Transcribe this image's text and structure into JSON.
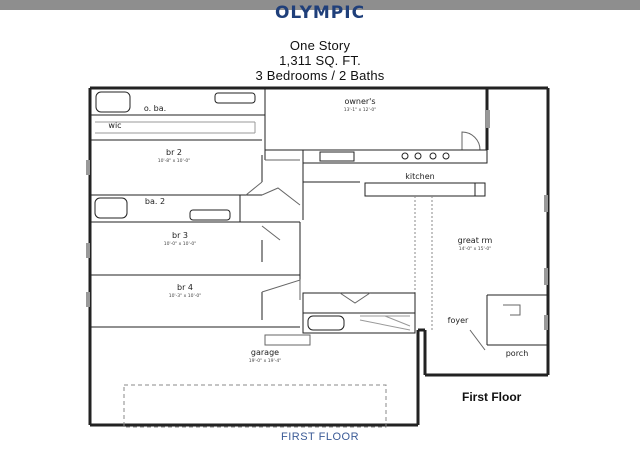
{
  "brand": "OLYMPIC",
  "info": {
    "stories": "One Story",
    "area": "1,311 SQ. FT.",
    "beds_baths": "3 Bedrooms / 2 Baths"
  },
  "rooms": {
    "o_ba": "o. ba.",
    "wic": "wic",
    "owners": "owner's",
    "owners_dim": "13'-1\" x 12'-0\"",
    "br2": "br 2",
    "br2_dim": "10'-8\" x 10'-0\"",
    "kitchen": "kitchen",
    "ba2": "ba. 2",
    "br3": "br 3",
    "br3_dim": "10'-0\" x 10'-0\"",
    "great_rm": "great rm",
    "great_rm_dim": "14'-0\" x 15'-0\"",
    "br4": "br 4",
    "br4_dim": "10'-3\" x 10'-0\"",
    "foyer": "foyer",
    "garage": "garage",
    "garage_dim": "19'-0\" x 19'-4\"",
    "porch": "porch"
  },
  "floor_label": "First Floor",
  "caption": "FIRST FLOOR"
}
